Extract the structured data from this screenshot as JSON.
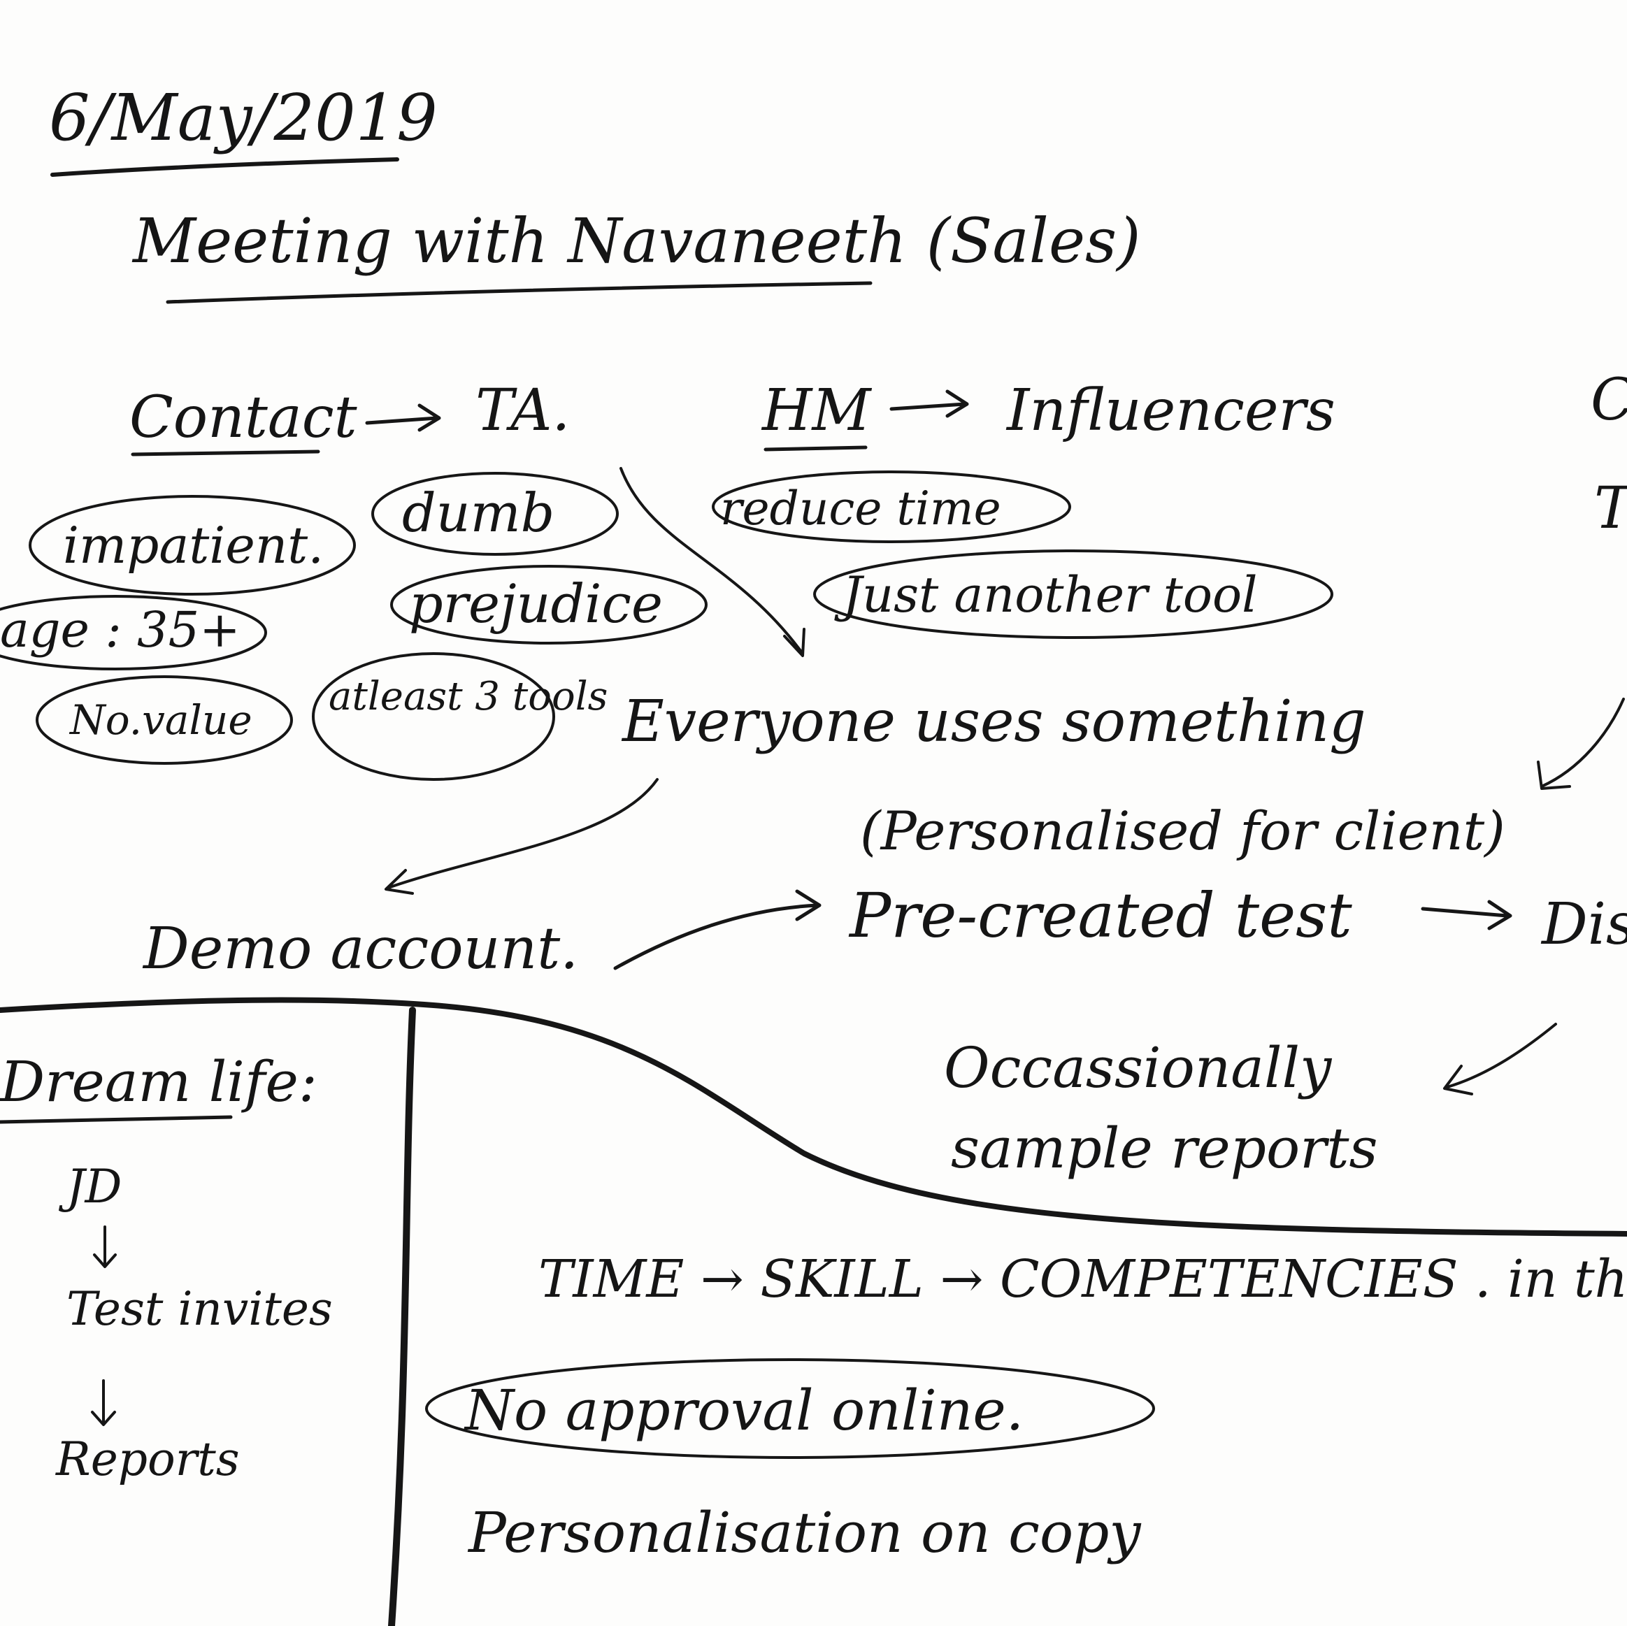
{
  "note": {
    "date": "6/May/2019",
    "title": "Meeting with Navaneeth (Sales)",
    "flow": {
      "contact": "Contact",
      "ta": "TA.",
      "hm": "HM",
      "influencers": "Influencers",
      "edge_partial_1": "C",
      "edge_partial_2": "T"
    },
    "contact_traits": [
      "impatient.",
      "age : 35+",
      "No.value",
      "atleast 3 tools"
    ],
    "ta_traits": [
      "dumb",
      "prejudice"
    ],
    "hm_traits": [
      "reduce time",
      "Just another tool"
    ],
    "everyone": "Everyone uses something",
    "demo_account": "Demo account.",
    "personalised": "(Personalised for client)",
    "precreated_test": "Pre-created test",
    "edge_partial_3": "Dis",
    "occasionally_1": "Occassionally",
    "occasionally_2": "sample reports",
    "dream_life": {
      "heading": "Dream life:",
      "steps": [
        "JD",
        "Test invites",
        "Reports"
      ]
    },
    "time_skill": "TIME → SKILL → COMPETENCIES . in the",
    "no_approval": "No approval online.",
    "personalisation_copy": "Personalisation on copy"
  }
}
